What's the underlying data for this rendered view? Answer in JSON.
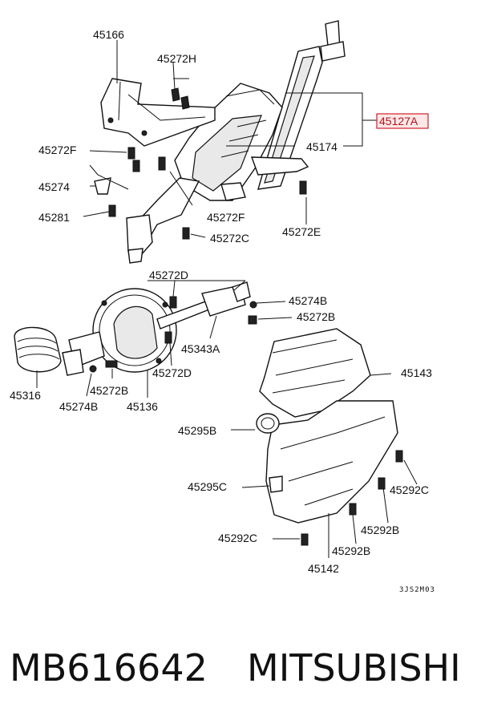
{
  "colors": {
    "highlight": "#d0202a",
    "ink": "#111111"
  },
  "diagram": {
    "labels": {
      "l45166": "45166",
      "l45272H": "45272H",
      "l45127A": "45127A",
      "l45272F_a": "45272F",
      "l45174": "45174",
      "l45274_a": "45274",
      "l45281": "45281",
      "l45272F_b": "45272F",
      "l45272E": "45272E",
      "l45272C_a": "45272C",
      "l45272D_a": "45272D",
      "l45274B_a": "45274B",
      "l45272B_a": "45272B",
      "l45343A": "45343A",
      "l45143": "45143",
      "l45316": "45316",
      "l45272B_b": "45272B",
      "l45274B_b": "45274B",
      "l45136": "45136",
      "l45272D_b": "45272D",
      "l45295B": "45295B",
      "l45295C": "45295C",
      "l45292C_a": "45292C",
      "l45292B_a": "45292B",
      "l45292C_b": "45292C",
      "l45292B_b": "45292B",
      "l45142": "45142"
    },
    "figure_code": "3JS2M03"
  },
  "caption": {
    "part_number": "MB616642",
    "brand": "MITSUBISHI"
  }
}
